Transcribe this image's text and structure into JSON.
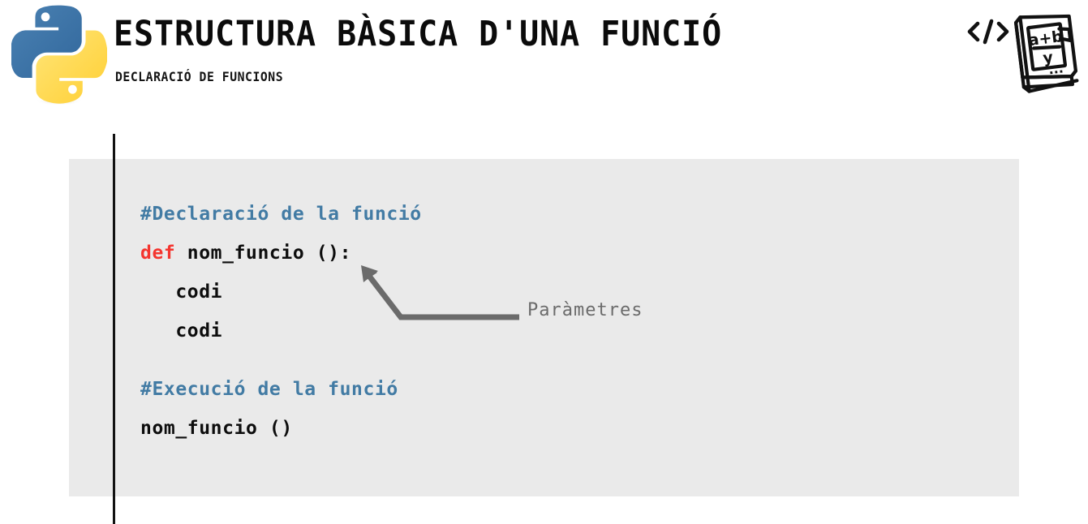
{
  "header": {
    "title": "ESTRUCTURA BÀSICA D'UNA FUNCIÓ",
    "subtitle": "DECLARACIÓ DE FUNCIONS",
    "logo_icon": "python-logo-icon",
    "icons": [
      {
        "name": "code-tag-icon",
        "glyph": "</>"
      },
      {
        "name": "math-book-icon",
        "text_top": "a+b",
        "text_bottom": "y",
        "text_ellipsis": "..."
      }
    ]
  },
  "code": {
    "lines": [
      {
        "type": "comment",
        "text": "#Declaració de la funció"
      },
      {
        "type": "code",
        "keyword": "def",
        "rest": " nom_funcio ():"
      },
      {
        "type": "code",
        "keyword": "",
        "rest": "   codi"
      },
      {
        "type": "code",
        "keyword": "",
        "rest": "   codi"
      },
      {
        "type": "blank",
        "text": ""
      },
      {
        "type": "comment",
        "text": "#Execució de la funció"
      },
      {
        "type": "code",
        "keyword": "",
        "rest": "nom_funcio ()"
      }
    ]
  },
  "annotation": {
    "label": "Paràmetres"
  },
  "colors": {
    "panel_bg": "#eaeaea",
    "accent_bar": "#121212",
    "comment": "#427ba4",
    "keyword": "#f4352f",
    "code_text": "#0d0d0d",
    "annotation": "#6b6b6b",
    "python_blue": "#3c73a2",
    "python_yellow": "#ffd43b"
  }
}
